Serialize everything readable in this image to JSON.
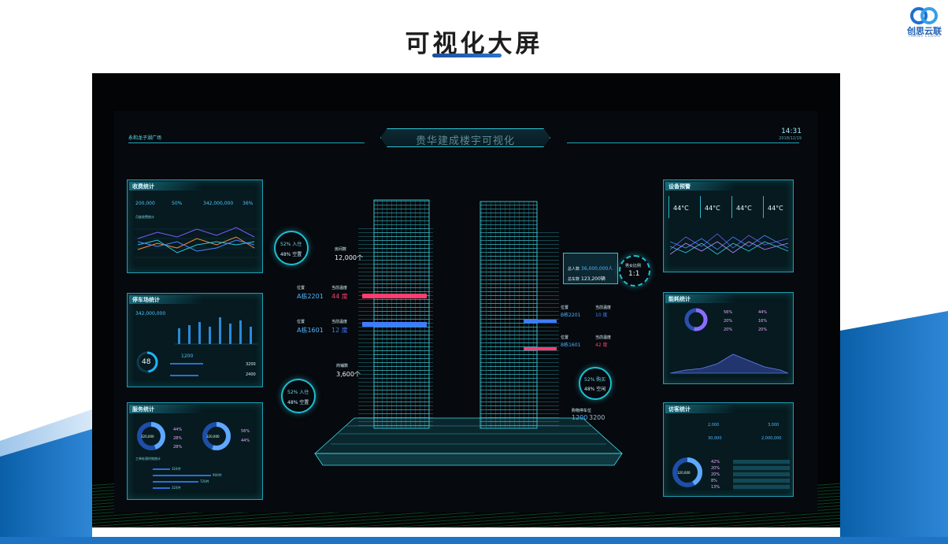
{
  "slide": {
    "title": "可视化大屏",
    "logo_name": "创思云联",
    "logo_sub": "TRANS CLOUD"
  },
  "colors": {
    "accent": "#2ec6da",
    "brand_blue": "#1e5fb3",
    "warm_red": "#ff3d6e",
    "cool_blue": "#3f7cff"
  },
  "dashboard": {
    "location": "永和龙子湖广场",
    "title": "贵华建成楼宇可视化",
    "time": "14:31",
    "date": "2018/12/19"
  },
  "left_panels": {
    "fees": {
      "title": "收费统计",
      "stat_values": [
        "200,000",
        "50%",
        "342,000,000",
        "36%"
      ],
      "chart_subtitle": "月度收费统计"
    },
    "parking": {
      "title": "停车场统计",
      "total_value": "342,000,000",
      "gauge_value": "48",
      "bar_value": "1200",
      "stat_a": "3200",
      "stat_b": "2400"
    },
    "service": {
      "title": "服务统计",
      "donut1_value": "320,000",
      "donut2_value": "320,000",
      "legend1": [
        "44%",
        "28%",
        "28%"
      ],
      "legend2": [
        "56%",
        "44%"
      ],
      "sub_title": "工单处理时效统计",
      "bars": [
        "324件",
        "900件",
        "720件",
        "324件"
      ]
    }
  },
  "right_panels": {
    "equipment": {
      "title": "设备预警",
      "temps": [
        "44°C",
        "44°C",
        "44°C",
        "44°C"
      ]
    },
    "energy": {
      "title": "能耗统计",
      "stats": [
        "56%",
        "44%",
        "20%",
        "16%",
        "20%",
        "20%"
      ]
    },
    "visitors": {
      "title": "访客统计",
      "counts": [
        "2,000",
        "3,000",
        "30,000",
        "2,000,000"
      ],
      "donut_value": "320,000",
      "legend": [
        "42%",
        "20%",
        "20%",
        "8%",
        "13%"
      ]
    }
  },
  "callouts": {
    "ring_left_top": {
      "pct_in": "52%",
      "in_label": "入住",
      "pct_empty": "48%",
      "empty_label": "空置"
    },
    "households": {
      "label": "房间数",
      "value": "12,000个"
    },
    "a2201": {
      "pos_label": "位置",
      "pos": "A栋2201",
      "temp_label": "当前温度",
      "temp": "44 度"
    },
    "a1601": {
      "pos_label": "位置",
      "pos": "A栋1601",
      "temp_label": "当前温度",
      "temp": "12 度"
    },
    "stores": {
      "label": "商铺数",
      "value": "3,600个"
    },
    "ring_left_bottom": {
      "pct_in": "52%",
      "in_label": "入住",
      "pct_empty": "48%",
      "empty_label": "空置"
    },
    "total_people": {
      "label": "总人数",
      "value": "36,000,000人",
      "label2": "总车数",
      "value2": "123,200辆",
      "ratio_label": "男女比例",
      "ratio": "1:1"
    },
    "b2201": {
      "pos_label": "位置",
      "pos": "B栋2201",
      "temp_label": "当前温度",
      "temp": "10 度"
    },
    "b1601": {
      "pos_label": "位置",
      "pos": "B栋1601",
      "temp_label": "当前温度",
      "temp": "42 度"
    },
    "ring_right_bottom": {
      "pct_in": "52%",
      "in_label": "购买",
      "pct_empty": "48%",
      "empty_label": "空闲"
    },
    "parking_spaces": {
      "label": "购物停车位",
      "value": "1200",
      "value2": "3200"
    }
  }
}
